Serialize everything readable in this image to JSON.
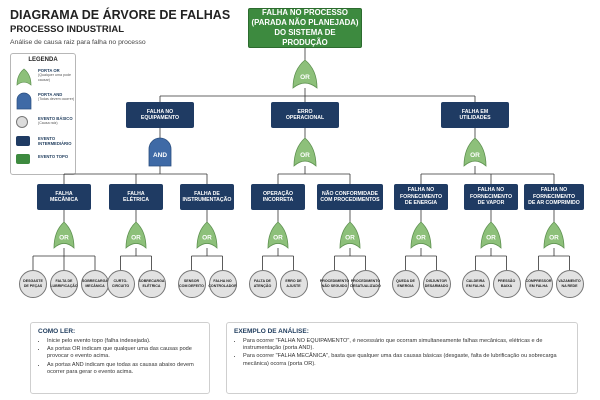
{
  "header": {
    "title": "DIAGRAMA DE ÁRVORE DE FALHAS",
    "subtitle": "PROCESSO INDUSTRIAL",
    "description": "Análise de causa raiz para falha no processo"
  },
  "legend": {
    "title": "LEGENDA",
    "items": [
      {
        "label": "PORTA OR",
        "sub": "(Qualquer uma pode causar)",
        "symbol": "or-gate"
      },
      {
        "label": "PORTA AND",
        "sub": "(Todas devem ocorrer)",
        "symbol": "and-gate"
      },
      {
        "label": "EVENTO BÁSICO",
        "sub": "(Causa raiz)",
        "symbol": "basic-event"
      },
      {
        "label": "EVENTO INTERMEDIÁRIO",
        "sub": "",
        "symbol": "intermediate-event"
      },
      {
        "label": "EVENTO TOPO",
        "sub": "",
        "symbol": "top-event"
      }
    ]
  },
  "colors": {
    "green": "#3d8a3f",
    "navy": "#1f3b63",
    "gate_green": "#8dc07a",
    "gate_blue": "#3f6aa6",
    "basic": "#e2e2e2"
  },
  "top_event": {
    "lines": [
      "FALHA NO PROCESSO",
      "(PARADA NÃO PLANEJADA)",
      "DO SISTEMA DE PRODUÇÃO"
    ]
  },
  "top_gate": "OR",
  "level1": [
    {
      "lines": [
        "FALHA NO",
        "EQUIPAMENTO"
      ],
      "gate": "AND"
    },
    {
      "lines": [
        "ERRO",
        "OPERACIONAL"
      ],
      "gate": "OR"
    },
    {
      "lines": [
        "FALHA EM",
        "UTILIDADES"
      ],
      "gate": "OR"
    }
  ],
  "level2": [
    {
      "lines": [
        "FALHA",
        "MECÂNICA"
      ],
      "gate": "OR",
      "basics": [
        [
          "DESGASTE",
          "DE PEÇAS"
        ],
        [
          "FALTA DE",
          "LUBRIFICAÇÃO"
        ],
        [
          "SOBRECARGA",
          "MECÂNICA"
        ]
      ]
    },
    {
      "lines": [
        "FALHA",
        "ELÉTRICA"
      ],
      "gate": "OR",
      "basics": [
        [
          "CURTO-",
          "CIRCUITO"
        ],
        [
          "SOBRECARGA",
          "ELÉTRICA"
        ]
      ]
    },
    {
      "lines": [
        "FALHA DE",
        "INSTRUMENTAÇÃO"
      ],
      "gate": "OR",
      "basics": [
        [
          "SENSOR",
          "COM DEFEITO"
        ],
        [
          "FALHA NO",
          "CONTROLADOR"
        ]
      ]
    },
    {
      "lines": [
        "OPERAÇÃO",
        "INCORRETA"
      ],
      "gate": "OR",
      "basics": [
        [
          "FALTA DE",
          "ATENÇÃO"
        ],
        [
          "ERRO DE",
          "AJUSTE"
        ]
      ]
    },
    {
      "lines": [
        "NÃO CONFORMIDADE",
        "COM PROCEDIMENTOS"
      ],
      "gate": "OR",
      "basics": [
        [
          "PROCEDIMENTO",
          "NÃO SEGUIDO"
        ],
        [
          "PROCEDIMENTO",
          "DESATUALIZADO"
        ]
      ]
    },
    {
      "lines": [
        "FALHA NO",
        "FORNECIMENTO",
        "DE ENERGIA"
      ],
      "gate": "OR",
      "basics": [
        [
          "QUEDA DE",
          "ENERGIA"
        ],
        [
          "DISJUNTOR",
          "DESARMADO"
        ]
      ]
    },
    {
      "lines": [
        "FALHA NO",
        "FORNECIMENTO",
        "DE VAPOR"
      ],
      "gate": "OR",
      "basics": [
        [
          "CALDEIRA",
          "EM FALHA"
        ],
        [
          "PRESSÃO",
          "BAIXA"
        ]
      ]
    },
    {
      "lines": [
        "FALHA NO",
        "FORNECIMENTO",
        "DE AR COMPRIMIDO"
      ],
      "gate": "OR",
      "basics": [
        [
          "COMPRESSOR",
          "EM FALHA"
        ],
        [
          "VAZAMENTO",
          "NA REDE"
        ]
      ]
    }
  ],
  "how_to_read": {
    "title": "COMO LER:",
    "items": [
      "Inicie pelo evento topo (falha indesejada).",
      "As portas OR indicam que qualquer uma das causas pode provocar o evento acima.",
      "As portas AND indicam que todas as causas abaixo devem ocorrer para gerar o evento acima."
    ]
  },
  "example": {
    "title": "EXEMPLO DE ANÁLISE:",
    "items": [
      "Para ocorrer \"FALHA NO EQUIPAMENTO\", é necessário que ocorram simultaneamente falhas mecânicas, elétricas e de instrumentação (porta AND).",
      "Para ocorrer \"FALHA MECÂNICA\", basta que qualquer uma das causas básicas (desgaste, falta de lubrificação ou sobrecarga mecânica) ocorra (porta OR)."
    ]
  }
}
